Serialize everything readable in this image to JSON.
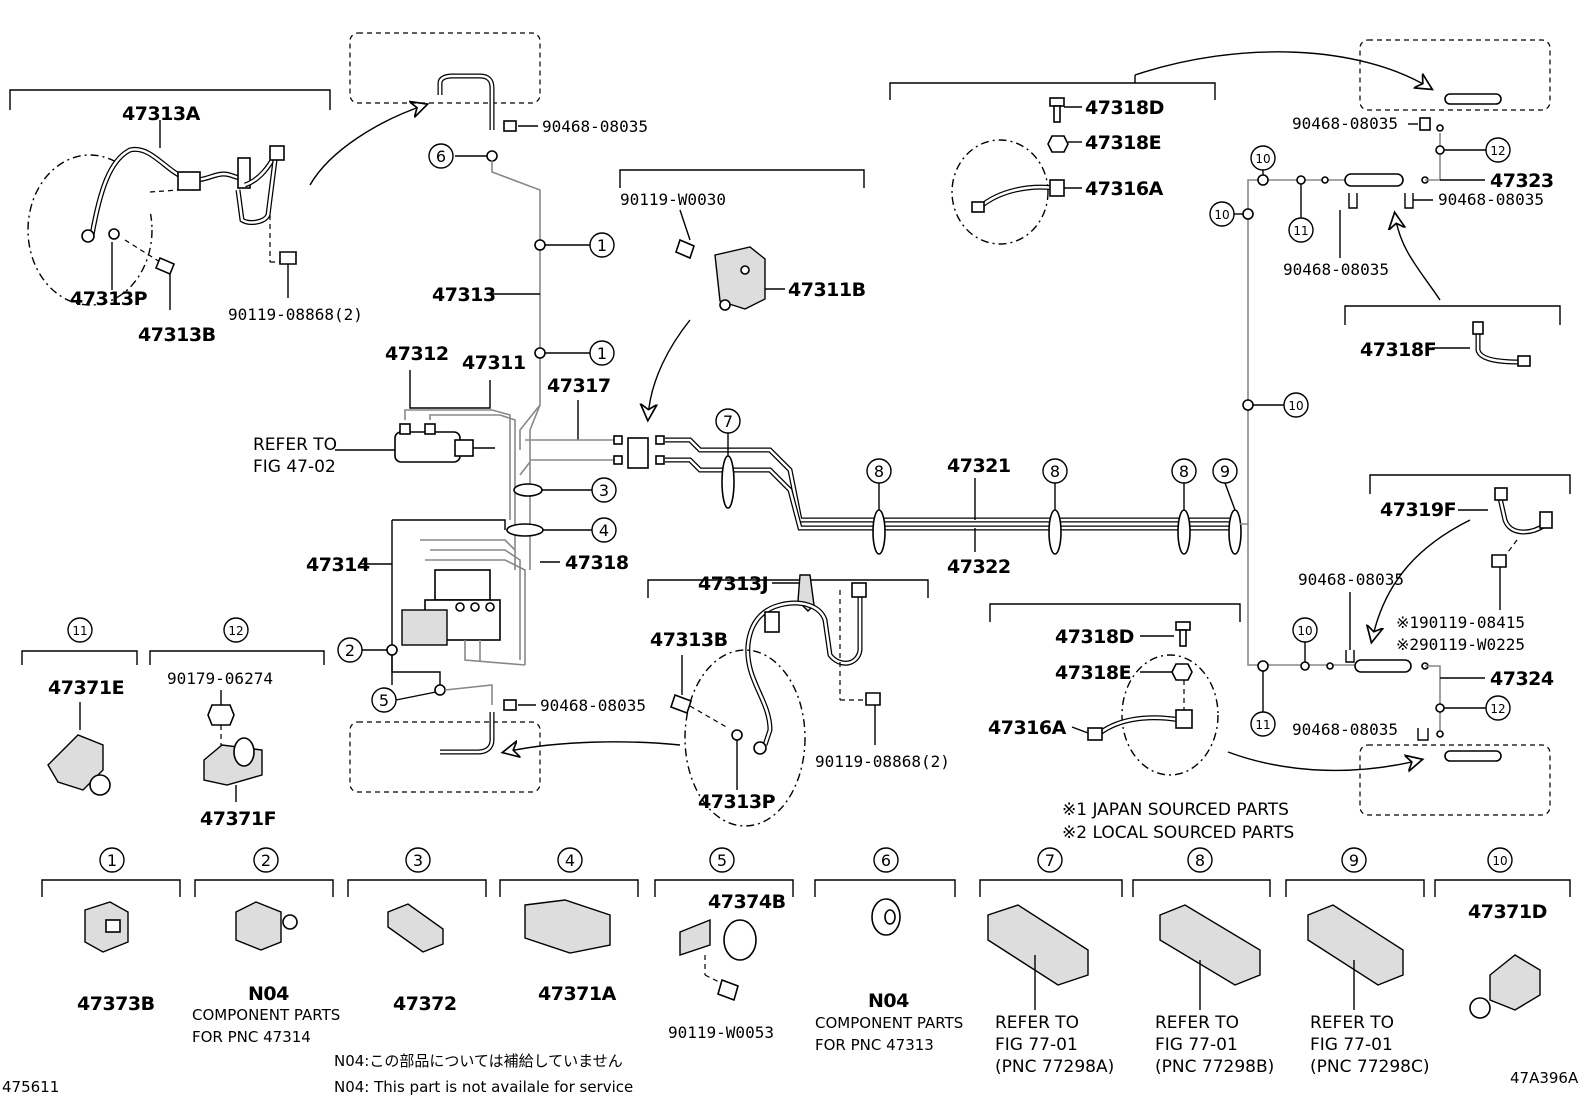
{
  "labels": {
    "p47313A": "47313A",
    "p90468_1": "90468-08035",
    "p47313": "47313",
    "p47313P_1": "47313P",
    "p47313B_1": "47313B",
    "p90119_08868_1": "90119-08868(2)",
    "p47312": "47312",
    "p47311": "47311",
    "p47317": "47317",
    "refer_to": "REFER TO",
    "fig_47_02": "FIG 47-02",
    "p47314": "47314",
    "p47318": "47318",
    "p90468_2": "90468-08035",
    "p90119_W0030": "90119-W0030",
    "p47311B": "47311B",
    "p47321": "47321",
    "p47322": "47322",
    "p47313J": "47313J",
    "p47313B_2": "47313B",
    "p47313P_2": "47313P",
    "p90119_08868_2": "90119-08868(2)",
    "p47318D_1": "47318D",
    "p47318E_1": "47318E",
    "p47316A_1": "47316A",
    "p90468_3": "90468-08035",
    "p47323": "47323",
    "p90468_4": "90468-08035",
    "p90468_5": "90468-08035",
    "p47318F": "47318F",
    "p47319F": "47319F",
    "p90468_6": "90468-08035",
    "p190119": "※190119-08415",
    "p290119": "※290119-W0225",
    "p47324": "47324",
    "p90468_7": "90468-08035",
    "p47318D_2": "47318D",
    "p47318E_2": "47318E",
    "p47316A_2": "47316A",
    "japan": "※1 JAPAN SOURCED PARTS",
    "local": "※2 LOCAL SOURCED PARTS",
    "p47371E": "47371E",
    "p90179": "90179-06274",
    "p47371F": "47371F"
  },
  "callouts": {
    "c1": "1",
    "c2": "2",
    "c3": "3",
    "c4": "4",
    "c5": "5",
    "c6": "6",
    "c7": "7",
    "c8": "8",
    "c9": "9",
    "c10": "10",
    "c11": "11",
    "c12": "12"
  },
  "bottom": {
    "b1": "47373B",
    "b2a": "N04",
    "b2b": "COMPONENT PARTS",
    "b2c": "FOR PNC 47314",
    "b3": "47372",
    "b4": "47371A",
    "b5a": "47374B",
    "b5b": "90119-W0053",
    "b6a": "N04",
    "b6b": "COMPONENT PARTS",
    "b6c": "FOR PNC 47313",
    "b7a": "REFER TO",
    "b7b": "FIG 77-01",
    "b7c": "(PNC 77298A)",
    "b8a": "REFER TO",
    "b8b": "FIG 77-01",
    "b8c": "(PNC 77298B)",
    "b9a": "REFER TO",
    "b9b": "FIG 77-01",
    "b9c": "(PNC 77298C)",
    "b10": "47371D"
  },
  "footer": {
    "n04_jp": "N04:この部品については補給していません",
    "n04_en": "N04: This part is not availale for service",
    "fig_left": "475611",
    "fig_right": "47A396A"
  }
}
